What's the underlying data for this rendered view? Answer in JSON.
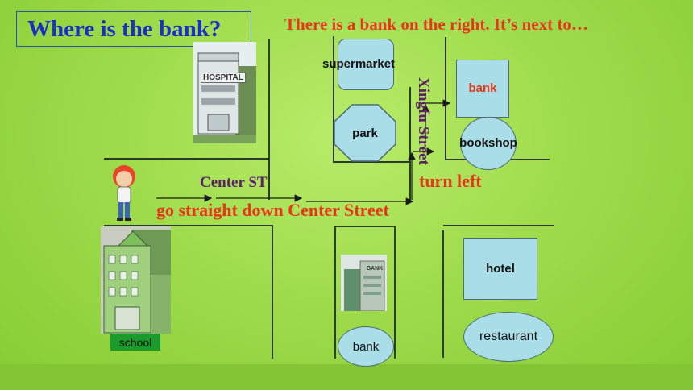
{
  "title": "Where is the bank?",
  "hint": "There is a bank on the right. It’s next to…",
  "labels": {
    "center_st": "Center ST",
    "xingfu_street": "Xingfu Street",
    "go_straight": "go straight down Center Street",
    "turn_left": "turn left"
  },
  "places": {
    "hospital_sign": "HOSPITAL",
    "supermarket": "supermarket",
    "park": "park",
    "bank_top": "bank",
    "bookshop": "bookshop",
    "hotel": "hotel",
    "restaurant": "restaurant",
    "bank_bottom": "bank",
    "bank_sign": "BANK",
    "school": "school"
  },
  "colors": {
    "title_text": "#1a2fc8",
    "instruction_text": "#e8361c",
    "street_text": "#5c1f6a",
    "shape_fill": "#a9dde8",
    "school_tag": "#1b9b2c"
  }
}
